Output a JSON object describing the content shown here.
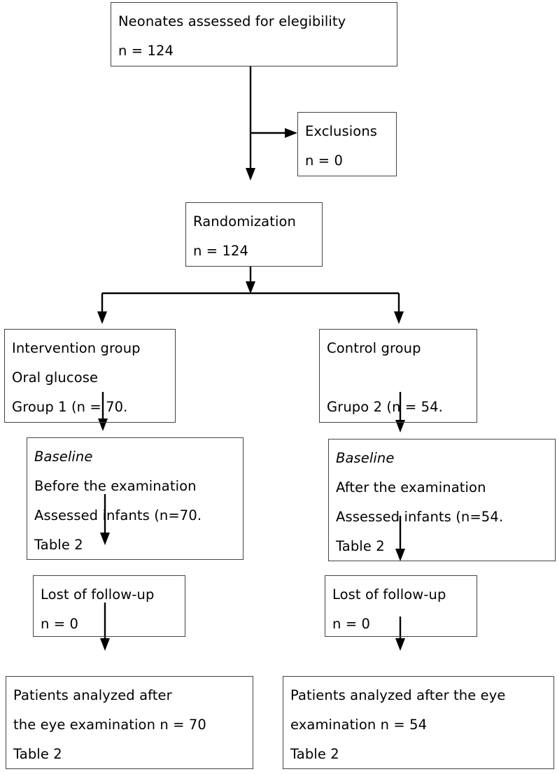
{
  "diagram": {
    "title": "CONSORT participant flow diagram",
    "type": "flowchart",
    "stroke_color": "#000000",
    "box_border_color": "#444444",
    "background_color": "#ffffff"
  },
  "nodes": {
    "assessed": {
      "name": "neonates-assessed",
      "lines": [
        "Neonates assessed for elegibility",
        "n = 124"
      ]
    },
    "exclusions": {
      "name": "exclusions",
      "lines": [
        "Exclusions",
        "n = 0"
      ]
    },
    "randomization": {
      "name": "randomization",
      "lines": [
        "Randomization",
        "n = 124"
      ]
    },
    "intervention": {
      "name": "intervention-group",
      "lines": [
        "Intervention group",
        "Oral glucose",
        "Group 1 (n = 70."
      ]
    },
    "control": {
      "name": "control-group",
      "lines": [
        "Control group",
        "",
        "Grupo 2 (n = 54."
      ]
    },
    "baseline_left": {
      "name": "baseline-intervention",
      "lines": [
        "Baseline",
        "Before the examination",
        "Assessed infants (n=70.",
        "Table 2"
      ]
    },
    "baseline_right": {
      "name": "baseline-control",
      "lines": [
        "Baseline",
        "After the examination",
        "Assessed infants (n=54.",
        "Table 2"
      ]
    },
    "lost_left": {
      "name": "lost-followup-intervention",
      "lines": [
        "Lost of follow-up",
        "n = 0"
      ]
    },
    "lost_right": {
      "name": "lost-followup-control",
      "lines": [
        "Lost of follow-up",
        "n = 0"
      ]
    },
    "analyzed_left": {
      "name": "analyzed-intervention",
      "lines": [
        "Patients analyzed after",
        "the eye examination n = 70",
        "Table 2"
      ]
    },
    "analyzed_right": {
      "name": "analyzed-control",
      "lines": [
        "Patients analyzed after the eye",
        "examination n = 54",
        "Table 2"
      ]
    }
  }
}
